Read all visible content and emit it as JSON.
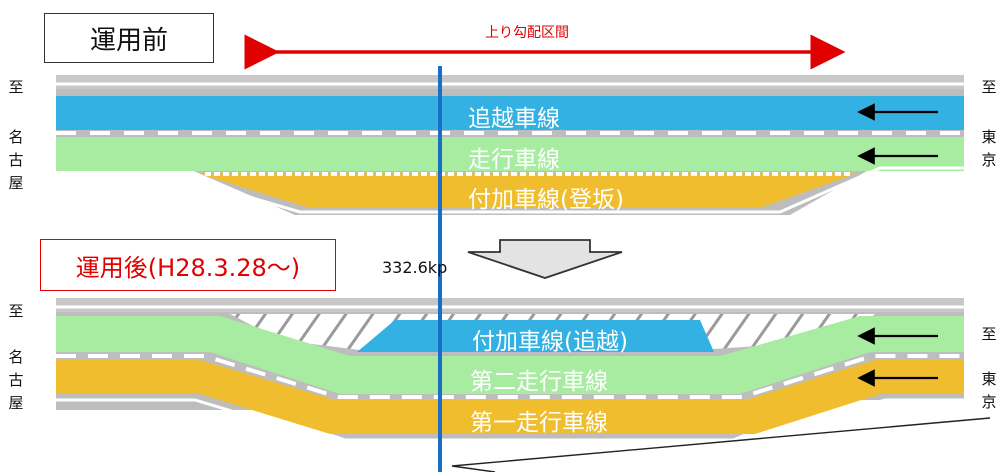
{
  "before_box": "運用前",
  "after_box": "運用後(H28.3.28〜)",
  "grade_label": "上り勾配区間",
  "kp_label": "332.6kp",
  "left_dest": {
    "to": "至",
    "name": [
      "名",
      "古",
      "屋"
    ]
  },
  "right_dest": {
    "to": "至",
    "name": [
      "東",
      "京"
    ]
  },
  "before_lanes": {
    "passing": "追越車線",
    "driving": "走行車線",
    "climbing": "付加車線(登坂)"
  },
  "after_lanes": {
    "added_passing": "付加車線(追越)",
    "second": "第二走行車線",
    "first": "第一走行車線"
  },
  "colors": {
    "passing_lane": "#33b1e3",
    "driving_lane": "#a8eca2",
    "climbing_lane": "#f0bd2e",
    "road_gray": "#bdbdbd",
    "marker_line": "#1a6fc4",
    "arrow_red": "#e00000"
  }
}
